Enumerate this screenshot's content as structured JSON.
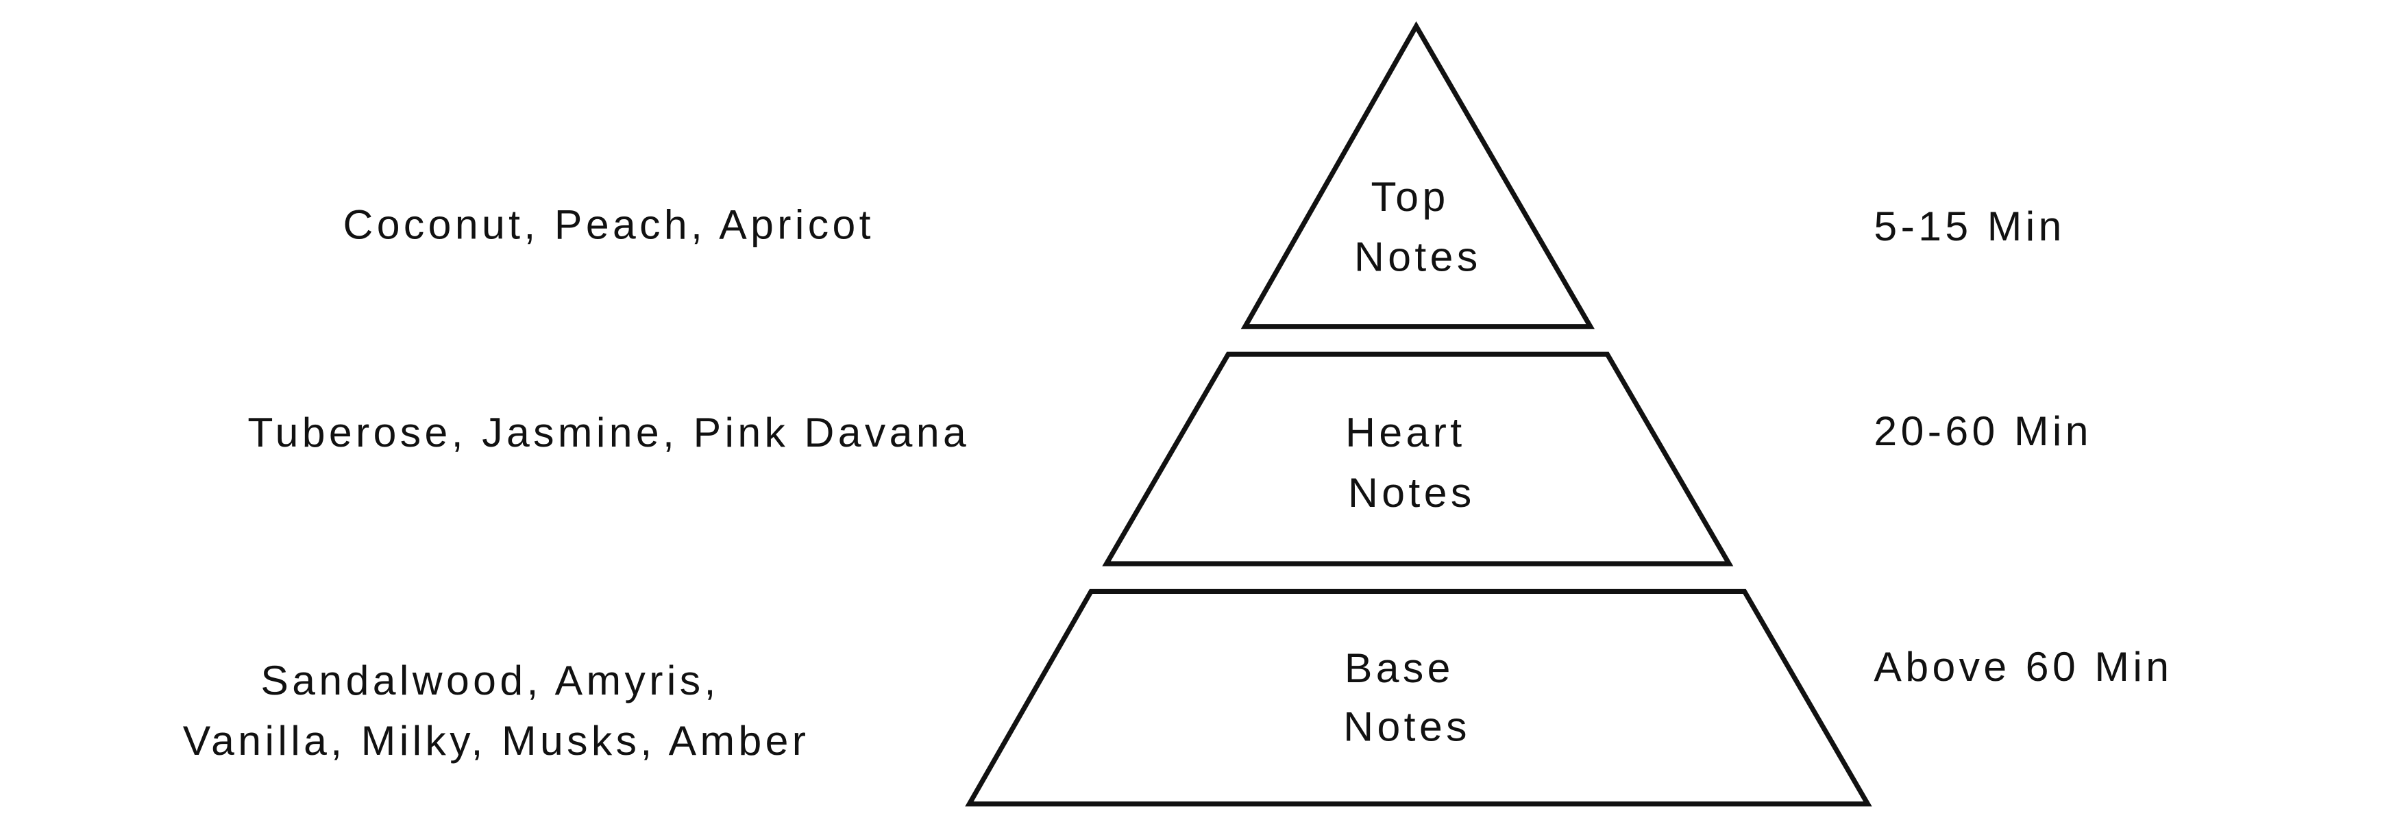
{
  "colors": {
    "stroke": "#111111",
    "background": "#ffffff",
    "text": "#111111"
  },
  "tiers": [
    {
      "name_line1": "Top",
      "name_line2": "Notes",
      "ingredients_line1": "Coconut, Peach, Apricot",
      "ingredients_line2": "",
      "duration": "5-15 Min"
    },
    {
      "name_line1": "Heart",
      "name_line2": "Notes",
      "ingredients_line1": "Tuberose, Jasmine, Pink Davana",
      "ingredients_line2": "",
      "duration": "20-60 Min"
    },
    {
      "name_line1": "Base",
      "name_line2": "Notes",
      "ingredients_line1": "Sandalwood, Amyris,",
      "ingredients_line2": "Vanilla, Milky, Musks, Amber",
      "duration": "Above 60 Min"
    }
  ]
}
